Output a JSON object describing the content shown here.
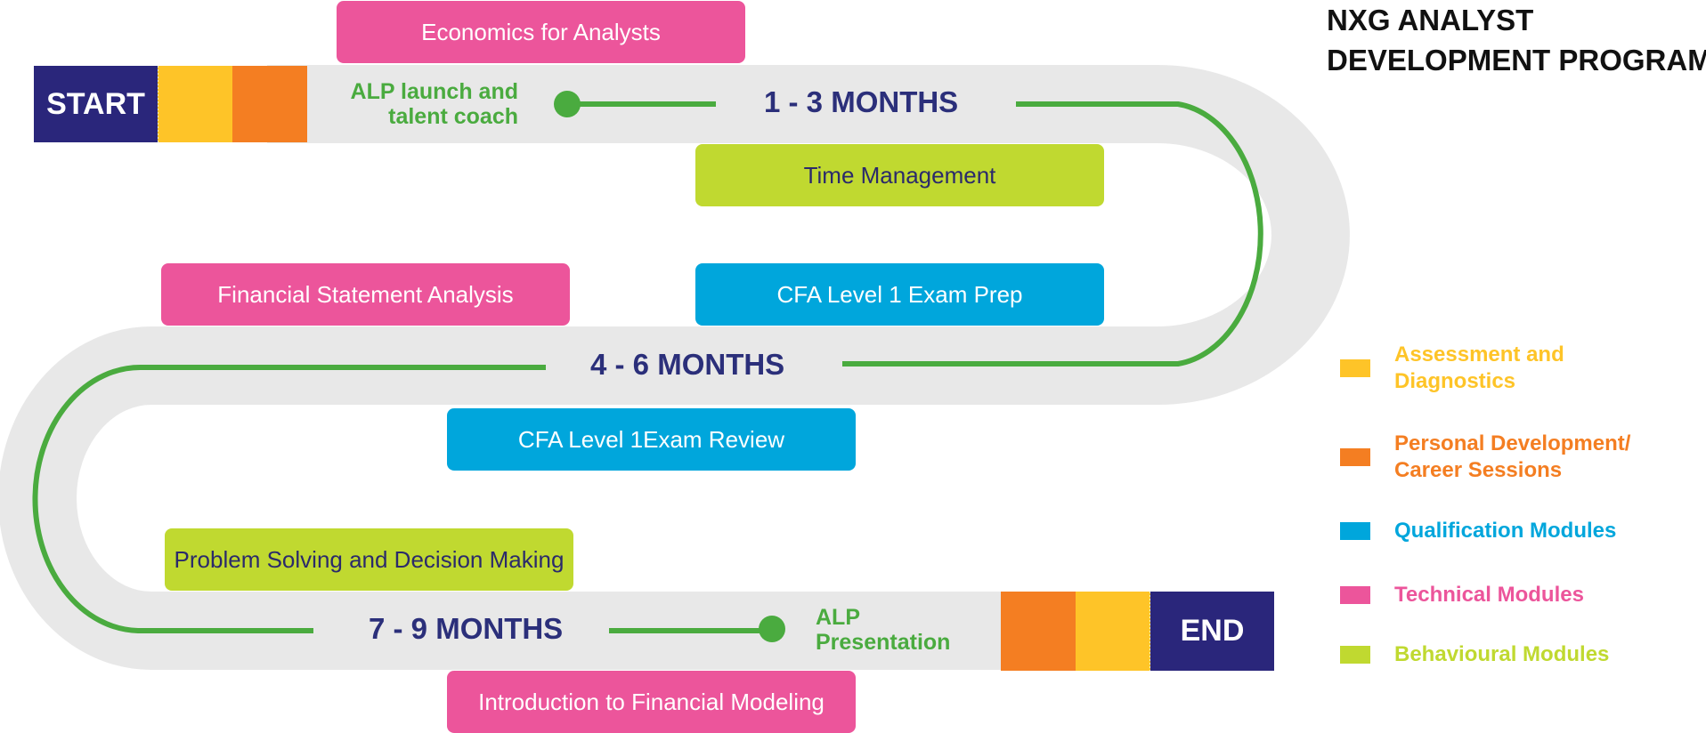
{
  "title": {
    "line1": "NXG ANALYST",
    "line2": "DEVELOPMENT PROGRAM"
  },
  "colors": {
    "road": "#e8e8e8",
    "path": "#4aab3f",
    "navy": "#2a267b",
    "assessment": "#fec428",
    "personal": "#f47e22",
    "qualification": "#00a6dc",
    "technical": "#ec559b",
    "behavioural": "#c0d930"
  },
  "start_label": "START",
  "end_label": "END",
  "milestones": {
    "launch": "ALP launch and\ntalent coach",
    "presentation": "ALP\nPresentation"
  },
  "phases": [
    "1 - 3 MONTHS",
    "4 - 6 MONTHS",
    "7 - 9 MONTHS"
  ],
  "modules": {
    "economics": "Economics for Analysts",
    "time_management": "Time Management",
    "financial_statement": "Financial Statement Analysis",
    "cfa_prep": "CFA Level 1 Exam Prep",
    "cfa_review": "CFA Level 1Exam Review",
    "problem_solving": "Problem Solving and Decision Making",
    "financial_modeling": "Introduction to Financial Modeling"
  },
  "legend": [
    {
      "label": "Assessment and\nDiagnostics",
      "icon": "square-swatch",
      "color": "#fec428"
    },
    {
      "label": "Personal Development/\nCareer Sessions",
      "icon": "square-swatch",
      "color": "#f47e22"
    },
    {
      "label": "Qualification Modules",
      "icon": "square-swatch",
      "color": "#00a6dc"
    },
    {
      "label": "Technical Modules",
      "icon": "square-swatch",
      "color": "#ec559b"
    },
    {
      "label": "Behavioural Modules",
      "icon": "square-swatch",
      "color": "#c0d930"
    }
  ]
}
